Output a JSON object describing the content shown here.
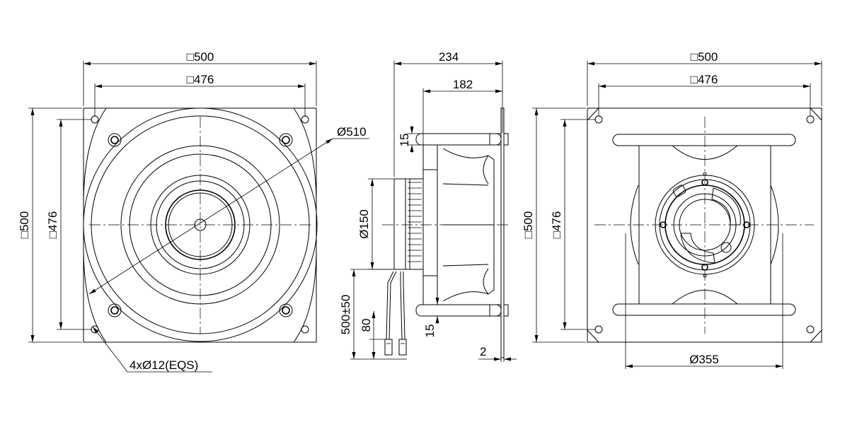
{
  "drawing": {
    "front_view": {
      "width_label": "□500",
      "hole_spacing_label": "□476",
      "height_label": "□500",
      "height_hole_label": "□476",
      "diameter_label": "Ø510",
      "holes_label": "4xØ12(EQS)"
    },
    "side_view": {
      "depth_label": "234",
      "fan_depth_label": "182",
      "bracket_top_label": "15",
      "motor_dia_label": "Ø150",
      "cable_length_label": "500±50",
      "cable_label": "80",
      "bracket_bottom_label": "15",
      "plate_label": "2"
    },
    "rear_view": {
      "width_label": "□500",
      "hole_spacing_label": "□476",
      "height_label": "□500",
      "height_hole_label": "□476",
      "bottom_dia_label": "Ø355"
    }
  }
}
